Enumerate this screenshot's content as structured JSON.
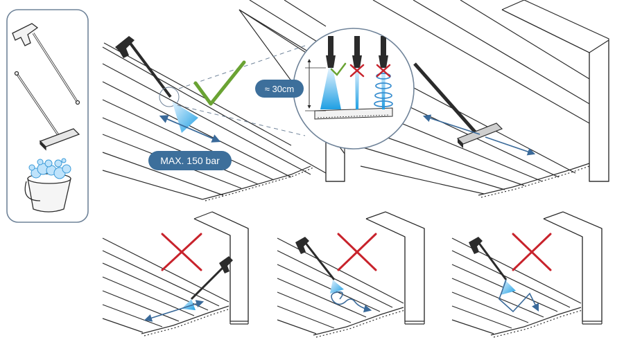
{
  "labels": {
    "pressure": "MAX. 150 bar",
    "distance": "≈ 30cm"
  },
  "colors": {
    "line": "#2b2b2b",
    "blue_accent": "#3a6a9a",
    "pill": "#3d6f9b",
    "water_light": "#cfe8fb",
    "water_dark": "#1f9fe3",
    "check": "#6aa333",
    "cross": "#c8232c",
    "panel_border": "#6f8399"
  },
  "icons": [
    "pressure-washer-lance-icon",
    "deck-brush-icon",
    "soap-bucket-icon",
    "check-mark-icon",
    "cross-mark-icon"
  ],
  "panels": [
    {
      "id": "washer-correct",
      "status": "correct"
    },
    {
      "id": "brush",
      "status": "neutral"
    },
    {
      "id": "nozzle-zoom",
      "status": "detail",
      "nozzles": [
        "correct",
        "wrong",
        "wrong"
      ]
    },
    {
      "id": "washer-cross-direction",
      "status": "wrong"
    },
    {
      "id": "washer-circular",
      "status": "wrong"
    },
    {
      "id": "washer-zigzag",
      "status": "wrong"
    }
  ]
}
